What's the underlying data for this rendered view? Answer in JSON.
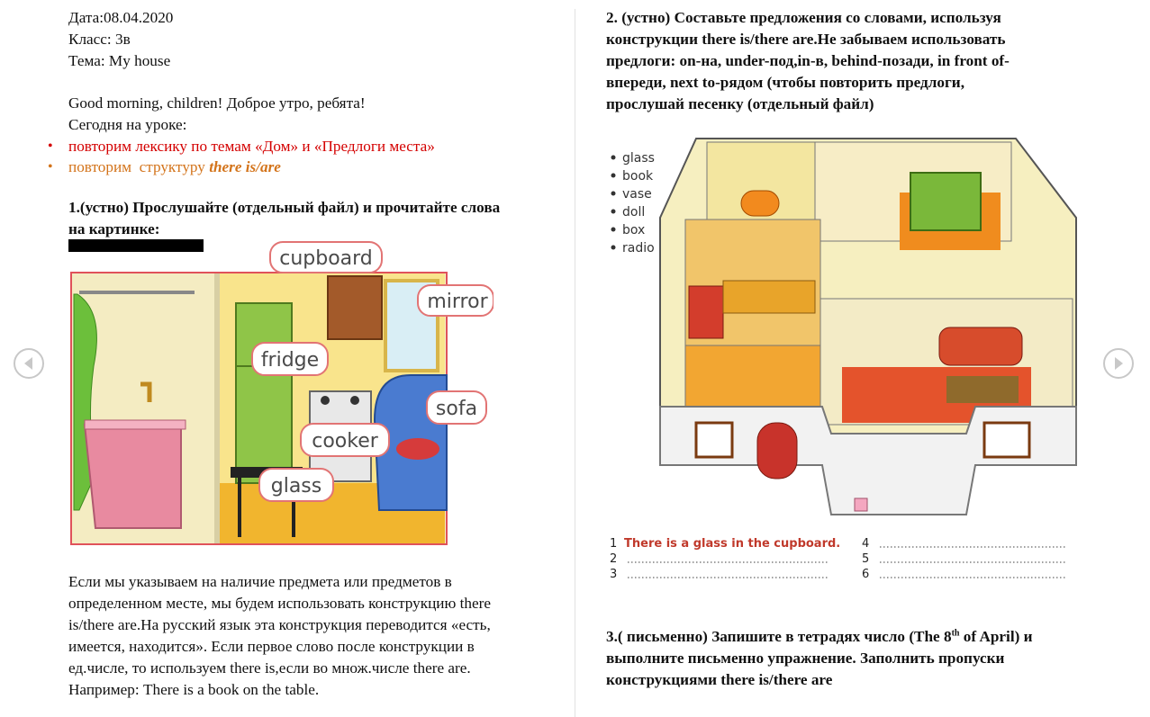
{
  "header": {
    "date": "Дата:08.04.2020",
    "class": "Класс: 3в",
    "topic": "Тема: My house"
  },
  "greeting": "Good morning, children! Доброе утро, ребята!",
  "today_label": "Сегодня на уроке:",
  "bullets": [
    {
      "text": "повторим лексику по темам «Дом» и «Предлоги места»",
      "color": "#d40000"
    },
    {
      "text_prefix": "повторим  структуру ",
      "text_emph": "there is/are",
      "color": "#d3731a"
    }
  ],
  "task1": {
    "line1": "1.(устно) Прослушайте (отдельный файл) и прочитайте слова",
    "line2": "на картинке:"
  },
  "picture_left": {
    "labels": [
      "cupboard",
      "mirror",
      "fridge",
      "sofa",
      "cooker",
      "glass"
    ]
  },
  "explanation": [
    "Если мы указываем на наличие предмета или предметов в",
    "определенном месте, мы будем использовать конструкцию there",
    "is/there are.На русский язык эта конструкция переводится «есть,",
    "имеется, находится». Если первое слово после конструкции в",
    "ед.числе, то используем there is,если во множ.числе there are.",
    "Например: There is a book on the table."
  ],
  "task2": [
    "2. (устно) Составьте предложения со словами, используя",
    "конструкции there is/there are.Не забываем использовать",
    "предлоги: on-на, under-под,in-в, behind-позади, in front of-",
    "впереди, next to-рядом (чтобы повторить предлоги,",
    "прослушай песенку (отдельный файл)"
  ],
  "picture_right": {
    "word_list": [
      "glass",
      "book",
      "vase",
      "doll",
      "box",
      "radio"
    ],
    "exercise": {
      "n1": "1",
      "s1": "There is a glass in the cupboard.",
      "n2": "2",
      "n3": "3",
      "n4": "4",
      "n5": "5",
      "n6": "6"
    }
  },
  "task3": {
    "part1": "3.( письменно) Запишите в тетрадях число (The 8",
    "sup": "th",
    "part2": " of April) и",
    "line2": "выполните письменно упражнение. Заполнить пропуски",
    "line3": "конструкциями there is/there are"
  },
  "colors": {
    "red": "#d40000",
    "orange": "#d3731a",
    "picture_frame": "#e0525a",
    "exercise_red": "#c0392b"
  }
}
